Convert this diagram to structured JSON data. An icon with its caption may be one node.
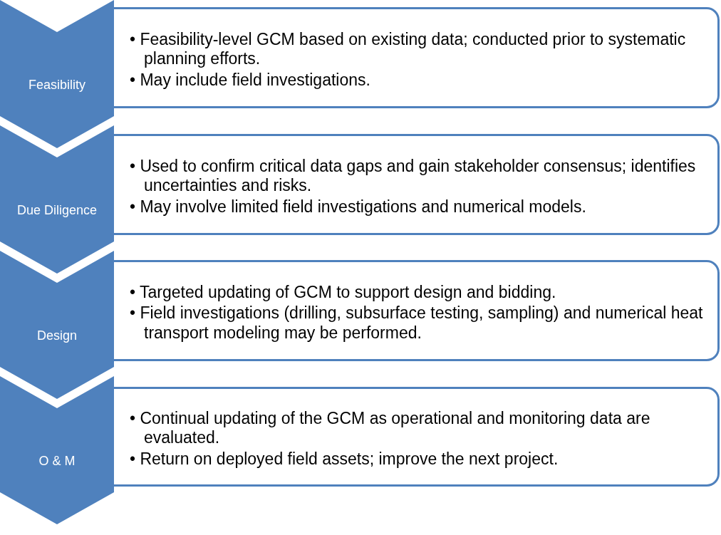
{
  "diagram": {
    "nodes": [
      {
        "text": [
          "Feasibility"
        ]
      },
      {
        "text": [
          "• Feasibility-level GCM based on existing data; conducted prior to systematic planning efforts.",
          "• May include field investigations."
        ]
      },
      {
        "text": [
          "Due Diligence"
        ]
      },
      {
        "text": [
          "• Used to confirm critical data gaps and gain stakeholder consensus; identifies uncertainties and risks.",
          "• May involve limited field investigations and numerical models."
        ]
      },
      {
        "text": [
          "Design"
        ]
      },
      {
        "text": [
          "• Targeted updating of GCM to support design and bidding.",
          "• Field investigations (drilling, subsurface testing, sampling) and numerical heat transport modeling may be performed."
        ]
      },
      {
        "text": [
          "O & M"
        ]
      },
      {
        "text": [
          "• Continual updating of the GCM as operational and monitoring data are evaluated.",
          "• Return on deployed field assets; improve the next project."
        ]
      }
    ]
  }
}
